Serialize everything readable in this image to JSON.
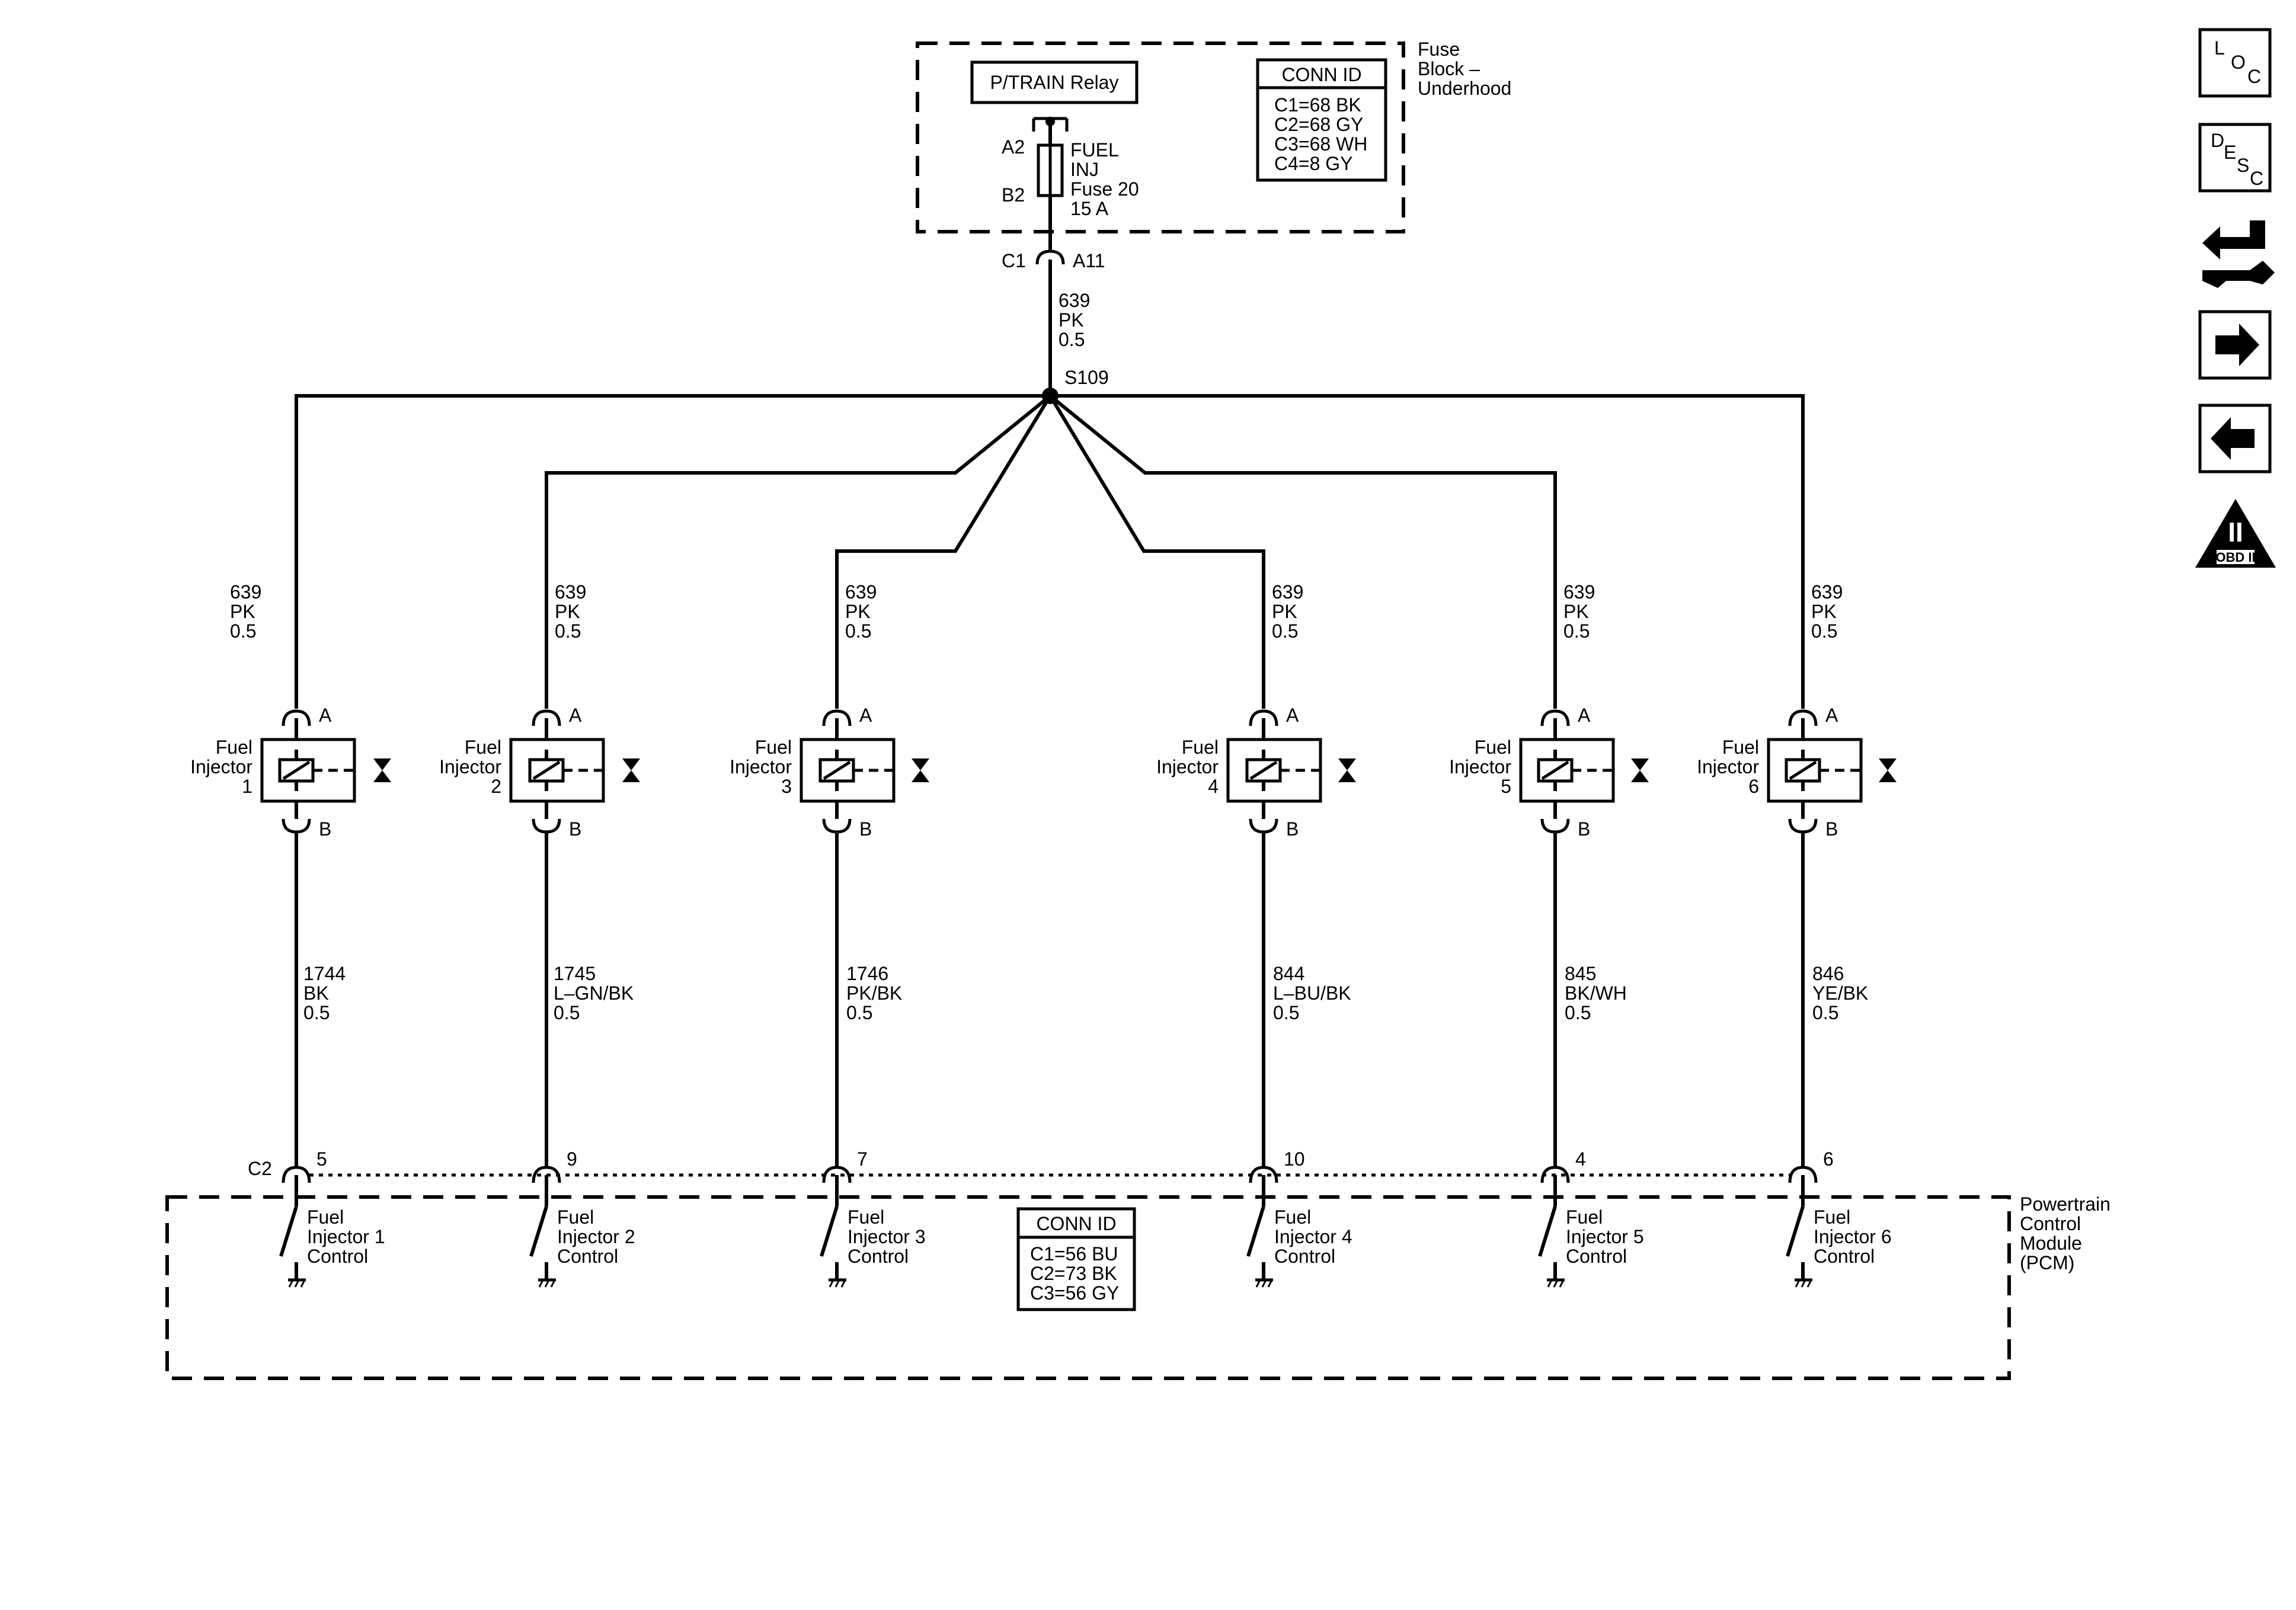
{
  "fuse_block": {
    "relay_label": "P/TRAIN Relay",
    "title_lines": [
      "Fuse",
      "Block –",
      "Underhood"
    ],
    "fuse_pin_top": "A2",
    "fuse_pin_bottom": "B2",
    "fuse_lines": [
      "FUEL",
      "INJ",
      "Fuse 20",
      "15 A"
    ],
    "conn_id_title": "CONN ID",
    "conn_ids": [
      "C1=68 BK",
      "C2=68 GY",
      "C3=68 WH",
      "C4=8 GY"
    ],
    "out_connector": "C1",
    "out_pin": "A11"
  },
  "feed_wire": {
    "circuit": "639",
    "color": "PK",
    "size": "0.5"
  },
  "splice": "S109",
  "injectors": [
    {
      "name": [
        "Fuel",
        "Injector",
        "1"
      ],
      "pin_a": "A",
      "pin_b": "B",
      "feed": [
        "639",
        "PK",
        "0.5"
      ],
      "ctrl": [
        "1744",
        "BK",
        "0.5"
      ],
      "pcm_pin": "5",
      "pcm_label": [
        "Fuel",
        "Injector 1",
        "Control"
      ]
    },
    {
      "name": [
        "Fuel",
        "Injector",
        "2"
      ],
      "pin_a": "A",
      "pin_b": "B",
      "feed": [
        "639",
        "PK",
        "0.5"
      ],
      "ctrl": [
        "1745",
        "L–GN/BK",
        "0.5"
      ],
      "pcm_pin": "9",
      "pcm_label": [
        "Fuel",
        "Injector 2",
        "Control"
      ]
    },
    {
      "name": [
        "Fuel",
        "Injector",
        "3"
      ],
      "pin_a": "A",
      "pin_b": "B",
      "feed": [
        "639",
        "PK",
        "0.5"
      ],
      "ctrl": [
        "1746",
        "PK/BK",
        "0.5"
      ],
      "pcm_pin": "7",
      "pcm_label": [
        "Fuel",
        "Injector 3",
        "Control"
      ]
    },
    {
      "name": [
        "Fuel",
        "Injector",
        "4"
      ],
      "pin_a": "A",
      "pin_b": "B",
      "feed": [
        "639",
        "PK",
        "0.5"
      ],
      "ctrl": [
        "844",
        "L–BU/BK",
        "0.5"
      ],
      "pcm_pin": "10",
      "pcm_label": [
        "Fuel",
        "Injector 4",
        "Control"
      ]
    },
    {
      "name": [
        "Fuel",
        "Injector",
        "5"
      ],
      "pin_a": "A",
      "pin_b": "B",
      "feed": [
        "639",
        "PK",
        "0.5"
      ],
      "ctrl": [
        "845",
        "BK/WH",
        "0.5"
      ],
      "pcm_pin": "4",
      "pcm_label": [
        "Fuel",
        "Injector 5",
        "Control"
      ]
    },
    {
      "name": [
        "Fuel",
        "Injector",
        "6"
      ],
      "pin_a": "A",
      "pin_b": "B",
      "feed": [
        "639",
        "PK",
        "0.5"
      ],
      "ctrl": [
        "846",
        "YE/BK",
        "0.5"
      ],
      "pcm_pin": "6",
      "pcm_label": [
        "Fuel",
        "Injector 6",
        "Control"
      ]
    }
  ],
  "pcm": {
    "connector": "C2",
    "title_lines": [
      "Powertrain",
      "Control",
      "Module",
      "(PCM)"
    ],
    "conn_id_title": "CONN ID",
    "conn_ids": [
      "C1=56 BU",
      "C2=73 BK",
      "C3=56 GY"
    ]
  },
  "side_nav": {
    "loc_letters": [
      "L",
      "O",
      "C"
    ],
    "desc_letters": [
      "D",
      "E",
      "S",
      "C"
    ],
    "obd_roman": "II",
    "obd_label": "OBD II",
    "icons": [
      "location-icon",
      "description-icon",
      "diagnostic-icon",
      "next-arrow-icon",
      "previous-arrow-icon",
      "obd-ii-icon"
    ]
  }
}
